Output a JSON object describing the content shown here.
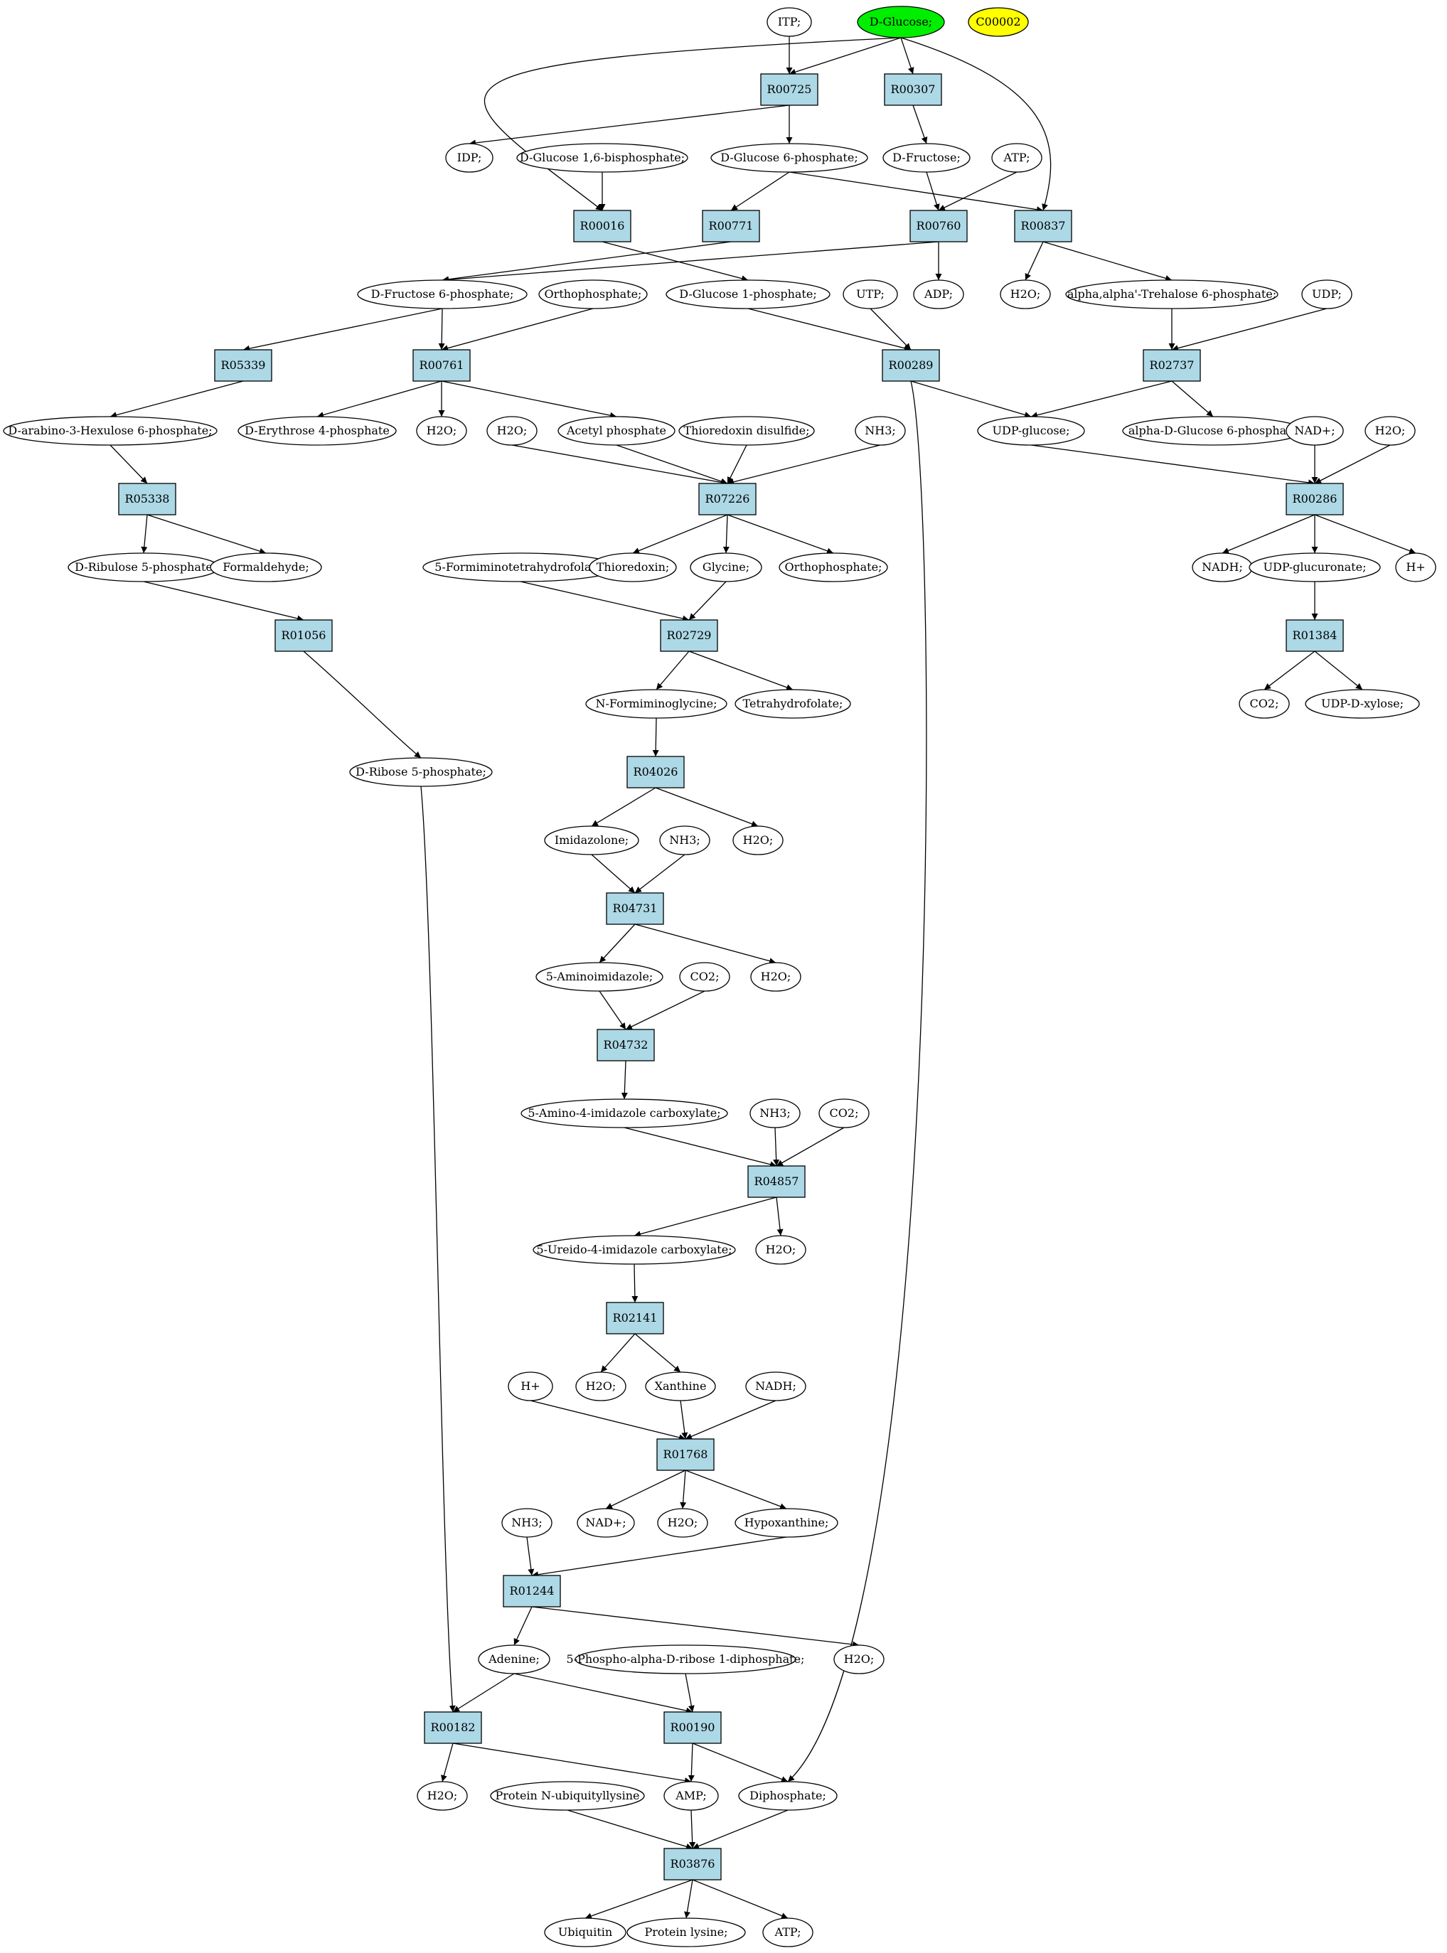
{
  "colors": {
    "reaction_fill": "#add8e6",
    "start_fill": "#00ee00",
    "target_fill": "#ffff00",
    "compound_fill": "#ffffff",
    "stroke": "#000000"
  },
  "nodes": {
    "ITP": {
      "label": "ITP;",
      "kind": "compound"
    },
    "DGLC": {
      "label": "D-Glucose;",
      "kind": "start"
    },
    "C00002": {
      "label": "C00002",
      "kind": "target"
    },
    "R00725": {
      "label": "R00725",
      "kind": "reaction"
    },
    "R00307": {
      "label": "R00307",
      "kind": "reaction"
    },
    "IDP": {
      "label": "IDP;",
      "kind": "compound"
    },
    "G16BP": {
      "label": "D-Glucose 1,6-bisphosphate;",
      "kind": "compound"
    },
    "G6P": {
      "label": "D-Glucose 6-phosphate;",
      "kind": "compound"
    },
    "FRU": {
      "label": "D-Fructose;",
      "kind": "compound"
    },
    "ATP1": {
      "label": "ATP;",
      "kind": "compound"
    },
    "R00016": {
      "label": "R00016",
      "kind": "reaction"
    },
    "R00771": {
      "label": "R00771",
      "kind": "reaction"
    },
    "R00760": {
      "label": "R00760",
      "kind": "reaction"
    },
    "R00837": {
      "label": "R00837",
      "kind": "reaction"
    },
    "F6P": {
      "label": "D-Fructose 6-phosphate;",
      "kind": "compound"
    },
    "PI1": {
      "label": "Orthophosphate;",
      "kind": "compound"
    },
    "G1P": {
      "label": "D-Glucose 1-phosphate;",
      "kind": "compound"
    },
    "UTP": {
      "label": "UTP;",
      "kind": "compound"
    },
    "ADP": {
      "label": "ADP;",
      "kind": "compound"
    },
    "H2O1": {
      "label": "H2O;",
      "kind": "compound"
    },
    "T6P": {
      "label": "alpha,alpha'-Trehalose 6-phosphate;",
      "kind": "compound"
    },
    "UDP": {
      "label": "UDP;",
      "kind": "compound"
    },
    "R05339": {
      "label": "R05339",
      "kind": "reaction"
    },
    "R00761": {
      "label": "R00761",
      "kind": "reaction"
    },
    "R00289": {
      "label": "R00289",
      "kind": "reaction"
    },
    "R02737": {
      "label": "R02737",
      "kind": "reaction"
    },
    "A3H6P": {
      "label": "D-arabino-3-Hexulose 6-phosphate;",
      "kind": "compound"
    },
    "E4P": {
      "label": "D-Erythrose 4-phosphate",
      "kind": "compound"
    },
    "H2O2": {
      "label": "H2O;",
      "kind": "compound"
    },
    "H2O3": {
      "label": "H2O;",
      "kind": "compound"
    },
    "ACP": {
      "label": "Acetyl phosphate",
      "kind": "compound"
    },
    "TXS": {
      "label": "Thioredoxin disulfide;",
      "kind": "compound"
    },
    "NH3a": {
      "label": "NH3;",
      "kind": "compound"
    },
    "UDPG": {
      "label": "UDP-glucose;",
      "kind": "compound"
    },
    "AG6P": {
      "label": "alpha-D-Glucose 6-phosphate",
      "kind": "compound"
    },
    "NADp1": {
      "label": "NAD+;",
      "kind": "compound"
    },
    "H2O4": {
      "label": "H2O;",
      "kind": "compound"
    },
    "R05338": {
      "label": "R05338",
      "kind": "reaction"
    },
    "R07226": {
      "label": "R07226",
      "kind": "reaction"
    },
    "R00286": {
      "label": "R00286",
      "kind": "reaction"
    },
    "DR5P": {
      "label": "D-Ribulose 5-phosphate",
      "kind": "compound"
    },
    "FORM": {
      "label": "Formaldehyde;",
      "kind": "compound"
    },
    "FTHF": {
      "label": "5-Formiminotetrahydrofolate;",
      "kind": "compound"
    },
    "TRX": {
      "label": "Thioredoxin;",
      "kind": "compound"
    },
    "GLY": {
      "label": "Glycine;",
      "kind": "compound"
    },
    "PI2": {
      "label": "Orthophosphate;",
      "kind": "compound"
    },
    "NADH1": {
      "label": "NADH;",
      "kind": "compound"
    },
    "UDPGA": {
      "label": "UDP-glucuronate;",
      "kind": "compound"
    },
    "HP1": {
      "label": "H+",
      "kind": "compound"
    },
    "R01056": {
      "label": "R01056",
      "kind": "reaction"
    },
    "R02729": {
      "label": "R02729",
      "kind": "reaction"
    },
    "R01384": {
      "label": "R01384",
      "kind": "reaction"
    },
    "NFG": {
      "label": "N-Formiminoglycine;",
      "kind": "compound"
    },
    "THF": {
      "label": "Tetrahydrofolate;",
      "kind": "compound"
    },
    "CO2a": {
      "label": "CO2;",
      "kind": "compound"
    },
    "UDPX": {
      "label": "UDP-D-xylose;",
      "kind": "compound"
    },
    "R5P": {
      "label": "D-Ribose 5-phosphate;",
      "kind": "compound"
    },
    "R04026": {
      "label": "R04026",
      "kind": "reaction"
    },
    "IMZ": {
      "label": "Imidazolone;",
      "kind": "compound"
    },
    "NH3b": {
      "label": "NH3;",
      "kind": "compound"
    },
    "H2O5": {
      "label": "H2O;",
      "kind": "compound"
    },
    "R04731": {
      "label": "R04731",
      "kind": "reaction"
    },
    "AIM": {
      "label": "5-Aminoimidazole;",
      "kind": "compound"
    },
    "CO2b": {
      "label": "CO2;",
      "kind": "compound"
    },
    "H2O6": {
      "label": "H2O;",
      "kind": "compound"
    },
    "R04732": {
      "label": "R04732",
      "kind": "reaction"
    },
    "AIC": {
      "label": "5-Amino-4-imidazole carboxylate;",
      "kind": "compound"
    },
    "NH3c": {
      "label": "NH3;",
      "kind": "compound"
    },
    "CO2c": {
      "label": "CO2;",
      "kind": "compound"
    },
    "R04857": {
      "label": "R04857",
      "kind": "reaction"
    },
    "UIC": {
      "label": "5-Ureido-4-imidazole carboxylate;",
      "kind": "compound"
    },
    "H2O7": {
      "label": "H2O;",
      "kind": "compound"
    },
    "R02141": {
      "label": "R02141",
      "kind": "reaction"
    },
    "HP2": {
      "label": "H+",
      "kind": "compound"
    },
    "H2O8": {
      "label": "H2O;",
      "kind": "compound"
    },
    "XAN": {
      "label": "Xanthine",
      "kind": "compound"
    },
    "NADH2": {
      "label": "NADH;",
      "kind": "compound"
    },
    "R01768": {
      "label": "R01768",
      "kind": "reaction"
    },
    "NH3d": {
      "label": "NH3;",
      "kind": "compound"
    },
    "NADp2": {
      "label": "NAD+;",
      "kind": "compound"
    },
    "H2O9": {
      "label": "H2O;",
      "kind": "compound"
    },
    "HYP": {
      "label": "Hypoxanthine;",
      "kind": "compound"
    },
    "R01244": {
      "label": "R01244",
      "kind": "reaction"
    },
    "ADE": {
      "label": "Adenine;",
      "kind": "compound"
    },
    "PRPP": {
      "label": "5-Phospho-alpha-D-ribose 1-diphosphate;",
      "kind": "compound"
    },
    "H2O10": {
      "label": "H2O;",
      "kind": "compound"
    },
    "R00182": {
      "label": "R00182",
      "kind": "reaction"
    },
    "R00190": {
      "label": "R00190",
      "kind": "reaction"
    },
    "H2O11": {
      "label": "H2O;",
      "kind": "compound"
    },
    "PNUL": {
      "label": "Protein N-ubiquityllysine",
      "kind": "compound"
    },
    "AMP": {
      "label": "AMP;",
      "kind": "compound"
    },
    "PPI": {
      "label": "Diphosphate;",
      "kind": "compound"
    },
    "R03876": {
      "label": "R03876",
      "kind": "reaction"
    },
    "UBQ": {
      "label": "Ubiquitin",
      "kind": "compound"
    },
    "PLYS": {
      "label": "Protein lysine;",
      "kind": "compound"
    },
    "ATP2": {
      "label": "ATP;",
      "kind": "compound"
    }
  },
  "edges": [
    [
      "ITP",
      "R00725"
    ],
    [
      "DGLC",
      "R00725"
    ],
    [
      "DGLC",
      "R00307"
    ],
    [
      "DGLC",
      "R00837"
    ],
    [
      "DGLC",
      "R00016"
    ],
    [
      "R00725",
      "IDP"
    ],
    [
      "R00725",
      "G6P"
    ],
    [
      "R00307",
      "FRU"
    ],
    [
      "G16BP",
      "R00016"
    ],
    [
      "G6P",
      "R00771"
    ],
    [
      "G6P",
      "R00837"
    ],
    [
      "FRU",
      "R00760"
    ],
    [
      "ATP1",
      "R00760"
    ],
    [
      "R00016",
      "G1P"
    ],
    [
      "R00771",
      "F6P"
    ],
    [
      "R00760",
      "F6P"
    ],
    [
      "R00760",
      "ADP"
    ],
    [
      "R00837",
      "H2O1"
    ],
    [
      "R00837",
      "T6P"
    ],
    [
      "F6P",
      "R05339"
    ],
    [
      "F6P",
      "R00761"
    ],
    [
      "PI1",
      "R00761"
    ],
    [
      "G1P",
      "R00289"
    ],
    [
      "UTP",
      "R00289"
    ],
    [
      "T6P",
      "R02737"
    ],
    [
      "UDP",
      "R02737"
    ],
    [
      "R05339",
      "A3H6P"
    ],
    [
      "R00761",
      "E4P"
    ],
    [
      "R00761",
      "H2O2"
    ],
    [
      "R00761",
      "ACP"
    ],
    [
      "R00289",
      "UDPG"
    ],
    [
      "R00289",
      "PPI"
    ],
    [
      "R02737",
      "UDPG"
    ],
    [
      "R02737",
      "AG6P"
    ],
    [
      "A3H6P",
      "R05338"
    ],
    [
      "H2O3",
      "R07226"
    ],
    [
      "ACP",
      "R07226"
    ],
    [
      "TXS",
      "R07226"
    ],
    [
      "NH3a",
      "R07226"
    ],
    [
      "UDPG",
      "R00286"
    ],
    [
      "NADp1",
      "R00286"
    ],
    [
      "H2O4",
      "R00286"
    ],
    [
      "R05338",
      "DR5P"
    ],
    [
      "R05338",
      "FORM"
    ],
    [
      "R07226",
      "TRX"
    ],
    [
      "R07226",
      "GLY"
    ],
    [
      "R07226",
      "PI2"
    ],
    [
      "R00286",
      "NADH1"
    ],
    [
      "R00286",
      "UDPGA"
    ],
    [
      "R00286",
      "HP1"
    ],
    [
      "DR5P",
      "R01056"
    ],
    [
      "FTHF",
      "R02729"
    ],
    [
      "GLY",
      "R02729"
    ],
    [
      "UDPGA",
      "R01384"
    ],
    [
      "R02729",
      "NFG"
    ],
    [
      "R02729",
      "THF"
    ],
    [
      "R01384",
      "CO2a"
    ],
    [
      "R01384",
      "UDPX"
    ],
    [
      "R01056",
      "R5P"
    ],
    [
      "NFG",
      "R04026"
    ],
    [
      "R5P",
      "R00182"
    ],
    [
      "R04026",
      "IMZ"
    ],
    [
      "R04026",
      "H2O5"
    ],
    [
      "IMZ",
      "R04731"
    ],
    [
      "NH3b",
      "R04731"
    ],
    [
      "R04731",
      "AIM"
    ],
    [
      "R04731",
      "H2O6"
    ],
    [
      "AIM",
      "R04732"
    ],
    [
      "CO2b",
      "R04732"
    ],
    [
      "R04732",
      "AIC"
    ],
    [
      "AIC",
      "R04857"
    ],
    [
      "NH3c",
      "R04857"
    ],
    [
      "CO2c",
      "R04857"
    ],
    [
      "R04857",
      "UIC"
    ],
    [
      "R04857",
      "H2O7"
    ],
    [
      "UIC",
      "R02141"
    ],
    [
      "R02141",
      "H2O8"
    ],
    [
      "R02141",
      "XAN"
    ],
    [
      "HP2",
      "R01768"
    ],
    [
      "XAN",
      "R01768"
    ],
    [
      "NADH2",
      "R01768"
    ],
    [
      "R01768",
      "NADp2"
    ],
    [
      "R01768",
      "H2O9"
    ],
    [
      "R01768",
      "HYP"
    ],
    [
      "NH3d",
      "R01244"
    ],
    [
      "HYP",
      "R01244"
    ],
    [
      "R01244",
      "ADE"
    ],
    [
      "R01244",
      "H2O10"
    ],
    [
      "ADE",
      "R00182"
    ],
    [
      "ADE",
      "R00190"
    ],
    [
      "PRPP",
      "R00190"
    ],
    [
      "R00182",
      "H2O11"
    ],
    [
      "R00182",
      "AMP"
    ],
    [
      "R00190",
      "AMP"
    ],
    [
      "R00190",
      "PPI"
    ],
    [
      "PNUL",
      "R03876"
    ],
    [
      "AMP",
      "R03876"
    ],
    [
      "PPI",
      "R03876"
    ],
    [
      "R03876",
      "UBQ"
    ],
    [
      "R03876",
      "PLYS"
    ],
    [
      "R03876",
      "ATP2"
    ]
  ]
}
